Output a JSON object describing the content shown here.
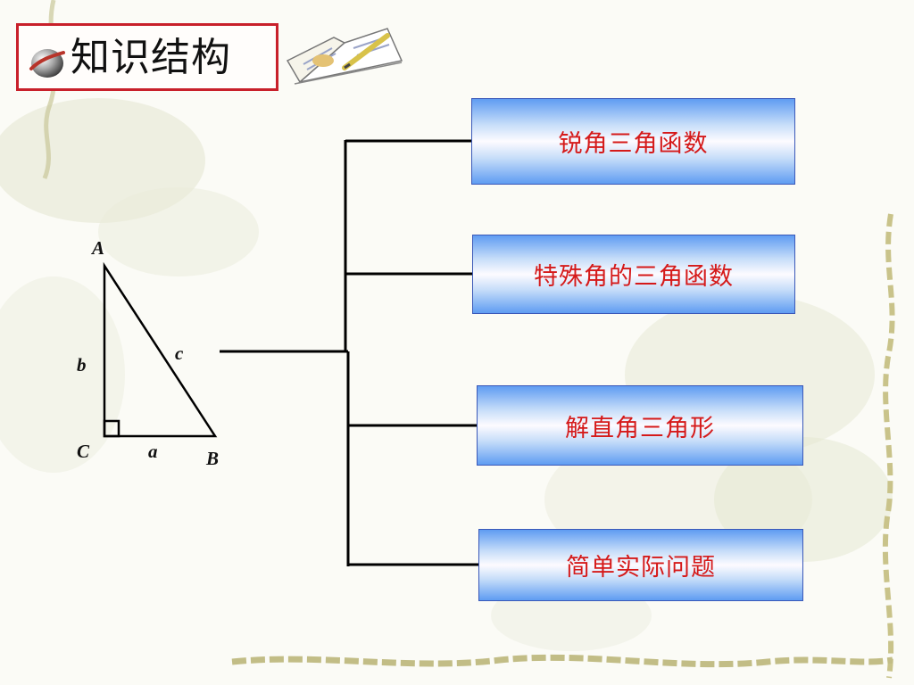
{
  "title": "知识结构",
  "triangle": {
    "vertex_a": "A",
    "vertex_b": "B",
    "vertex_c": "C",
    "side_a": "a",
    "side_b": "b",
    "side_c": "c"
  },
  "branches": [
    {
      "label": "锐角三角函数"
    },
    {
      "label": "特殊角的三角函数"
    },
    {
      "label": "解直角三角形"
    },
    {
      "label": "简单实际问题"
    }
  ],
  "colors": {
    "frame": "#c8202a",
    "node_text": "#d51a1a",
    "node_border": "#3a58b8",
    "connector": "#000000"
  }
}
